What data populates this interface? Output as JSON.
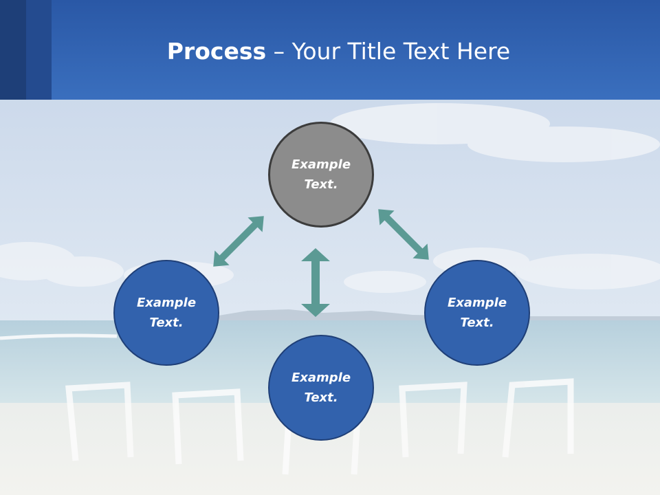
{
  "slide": {
    "title_bold": "Process",
    "title_rest": " – Your Title Text Here"
  },
  "colors": {
    "header": "#3a6fbe",
    "node_blue": "#3262ad",
    "node_gray": "#8c8c8c",
    "arrow": "#5b9a94"
  },
  "diagram": {
    "nodes": [
      {
        "id": "top",
        "style": "gray",
        "line1": "Example",
        "line2": "Text."
      },
      {
        "id": "left",
        "style": "blue",
        "line1": "Example",
        "line2": "Text."
      },
      {
        "id": "right",
        "style": "blue",
        "line1": "Example",
        "line2": "Text."
      },
      {
        "id": "bottom",
        "style": "blue",
        "line1": "Example",
        "line2": "Text."
      }
    ],
    "connectors": [
      {
        "from": "top",
        "to": "left",
        "type": "double-arrow"
      },
      {
        "from": "top",
        "to": "right",
        "type": "double-arrow"
      },
      {
        "from": "top",
        "to": "bottom",
        "type": "double-arrow"
      }
    ]
  }
}
